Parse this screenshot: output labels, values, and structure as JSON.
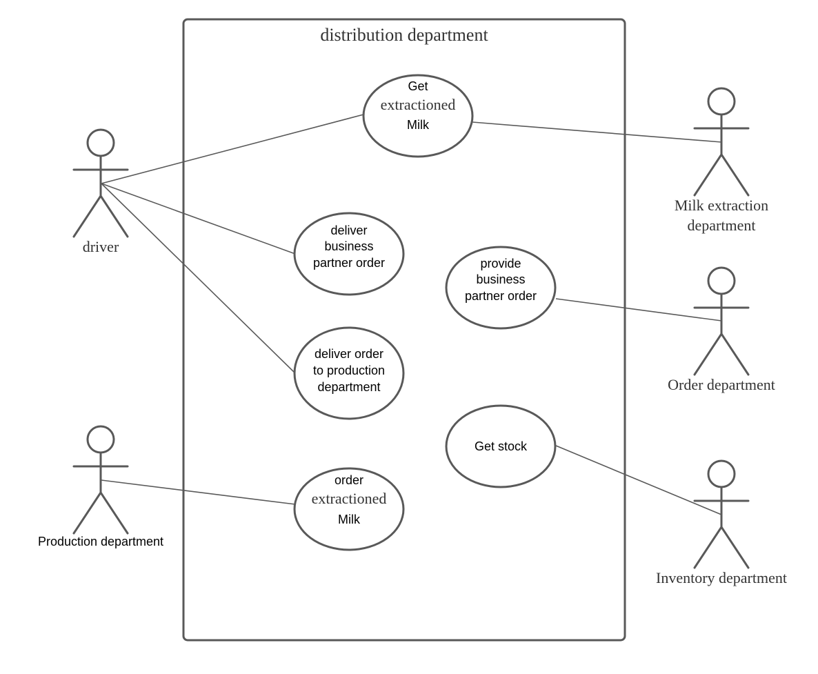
{
  "diagram": {
    "system_title": "distribution department",
    "actors": {
      "driver": "driver",
      "production": "Production department",
      "milk_extraction": [
        "Milk extraction",
        "department"
      ],
      "order": "Order department",
      "inventory": "Inventory department"
    },
    "use_cases": {
      "get_milk": [
        "Get",
        "extractioned",
        "Milk"
      ],
      "deliver_partner": [
        "deliver",
        "business",
        "partner order"
      ],
      "deliver_production": [
        "deliver order",
        "to production",
        "department"
      ],
      "order_milk": [
        "order",
        "extractioned",
        "Milk"
      ],
      "provide_partner": [
        "provide",
        "business",
        "partner order"
      ],
      "get_stock": [
        "Get stock"
      ]
    }
  }
}
